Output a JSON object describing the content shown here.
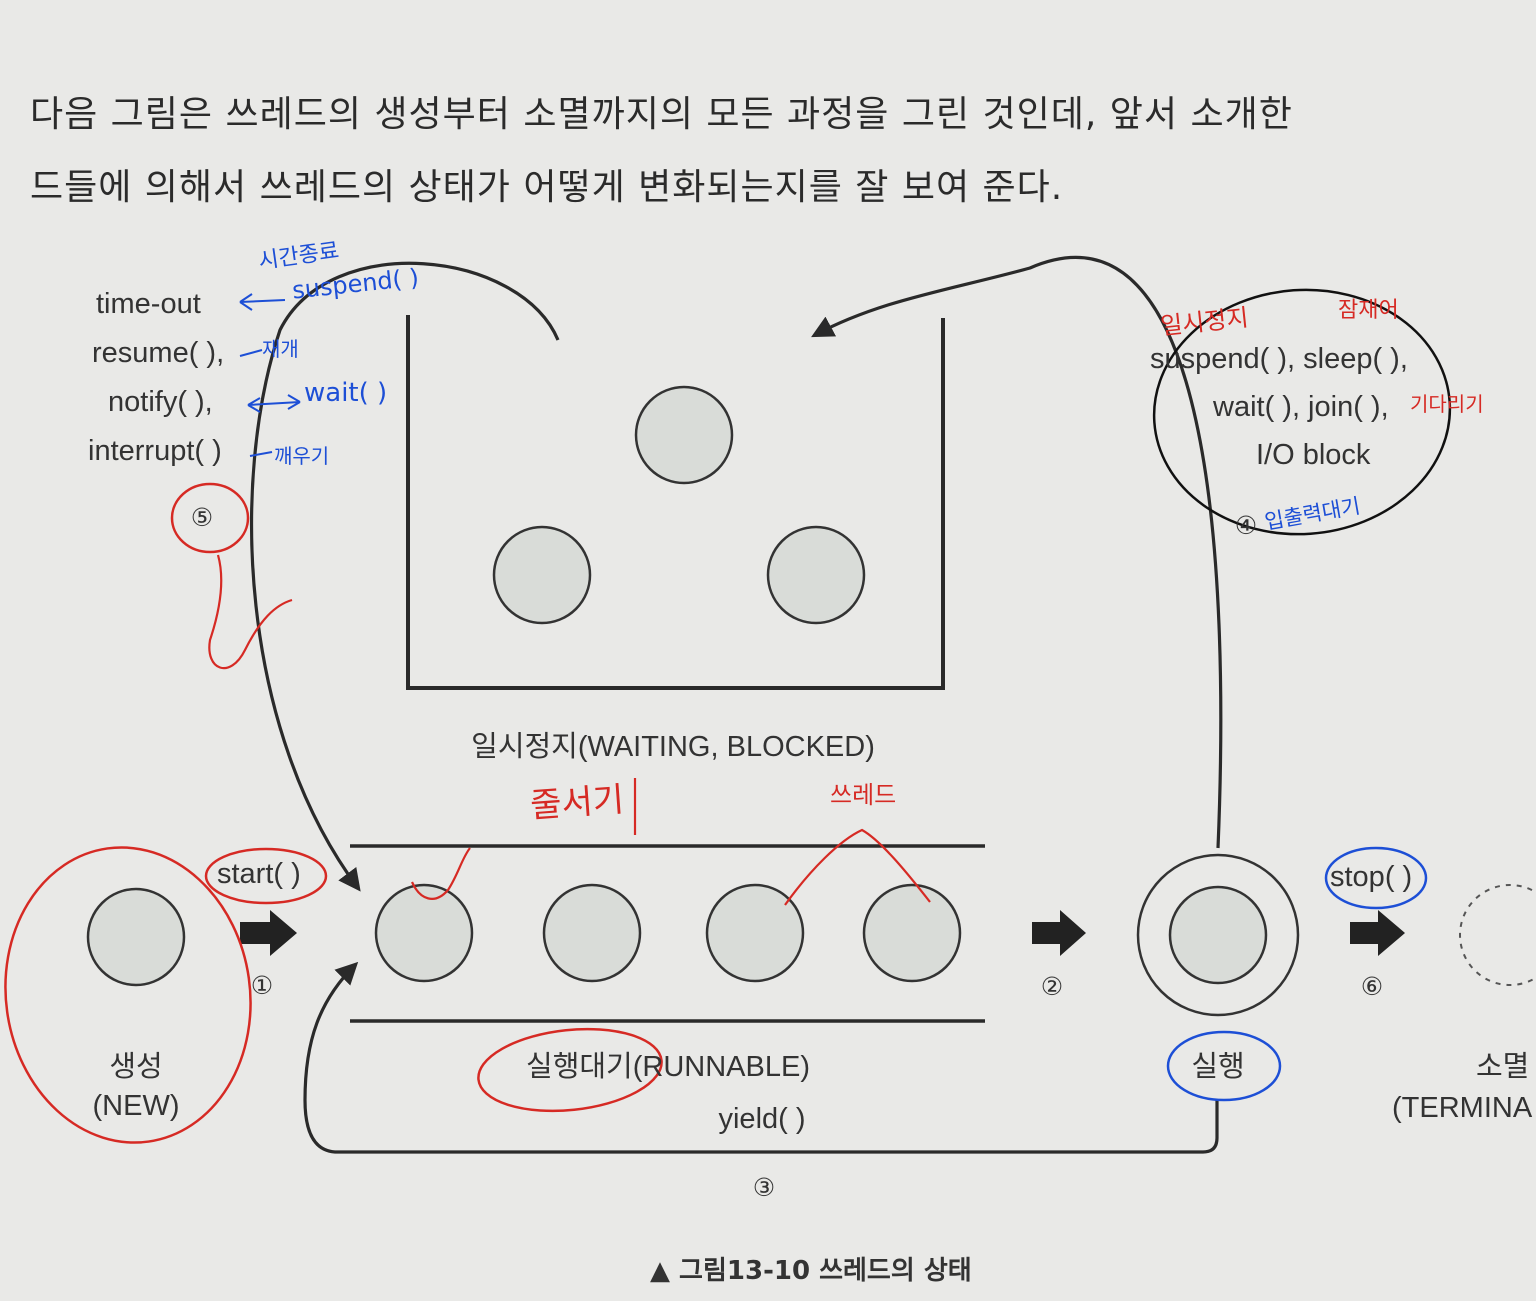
{
  "intro": {
    "line1": "다음 그림은 쓰레드의 생성부터 소멸까지의 모든 과정을 그린 것인데, 앞서 소개한",
    "line2": "드들에 의해서 쓰레드의 상태가 어떻게 변화되는지를 잘 보여 준다."
  },
  "states": {
    "waiting": "일시정지(WAITING, BLOCKED)",
    "new_kr": "생성",
    "new_en": "(NEW)",
    "runnable": "실행대기(RUNNABLE)",
    "running": "실행",
    "terminated_kr": "소멸",
    "terminated_en": "(TERMINA"
  },
  "methods": {
    "start": "start( )",
    "stop": "stop( )",
    "yield": "yield( )",
    "resume_list": [
      "time-out",
      "resume( ),",
      "notify( ),",
      "interrupt( )"
    ],
    "block_list": [
      "suspend( ), sleep( ),",
      "wait( ), join( ),",
      "I/O block"
    ]
  },
  "steps": [
    "①",
    "②",
    "③",
    "④",
    "⑤",
    "⑥"
  ],
  "caption": "▲ 그림13-10  쓰레드의 상태",
  "annotations": {
    "blue": {
      "timeout_note": "시간종료",
      "suspend_note": "suspend( )",
      "resume_note": "재개",
      "wait_note": "wait( )",
      "interrupt_note": "깨우기",
      "io_note": "입출력대기"
    },
    "red": {
      "pause_note": "일시정지",
      "sleep_note": "잠재어",
      "join_note": "기다리기",
      "queue_note": "줄서기",
      "thread_note": "쓰레드"
    }
  },
  "colors": {
    "circle_fill": "#d9dcd8",
    "ink": "#2a2a2a",
    "handwriting_blue": "#1d4fd6",
    "handwriting_red": "#d62a24",
    "handwriting_black": "#111111"
  }
}
